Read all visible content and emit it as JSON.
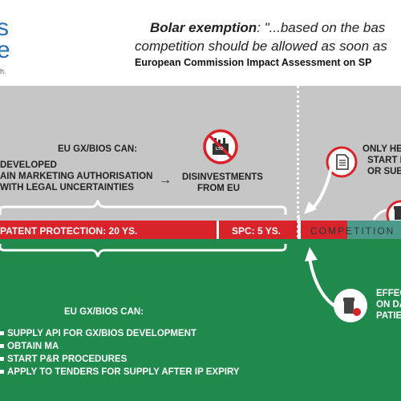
{
  "header": {
    "logo_line1": "s",
    "logo_line2": "e",
    "logo_tagline": "h.",
    "quote_label": "Bolar exemption",
    "quote_line1": ": \"...based on the bas",
    "quote_line2": "competition should be allowed as soon as",
    "source": "European Commission Impact Assessment on SP"
  },
  "grey_section": {
    "title": "EU GX/BIOS CAN:",
    "line1": "DEVELOPED",
    "line2": "AIN MARKETING AUTHORISATION",
    "line3": "WITH LEGAL UNCERTAINTIES",
    "arrow_glyph": "→",
    "disinvest_line1": "DISINVESTMENTS",
    "disinvest_line2": "FROM EU",
    "factory_icon_label": "LTD",
    "right_line1": "ONLY HE",
    "right_line2": "START F",
    "right_line3": "OR SUBI"
  },
  "timeline": {
    "patent_label": "PATENT PROTECTION: 20 YS.",
    "spc_label": "SPC: 5 YS.",
    "competition_label": "COMPETITION"
  },
  "green_section": {
    "title": "EU GX/BIOS CAN:",
    "items": [
      "SUPPLY API FOR GX/BIOS DEVELOPMENT",
      "OBTAIN MA",
      "START P&R PROCEDURES",
      "APPLY TO TENDERS FOR SUPPLY AFTER IP EXPIRY"
    ],
    "right_line1": "EFFEC",
    "right_line2": "ON DA",
    "right_line3": "PATIE"
  },
  "colors": {
    "grey_bg": "#c6c6c6",
    "green_bg": "#1f8a4c",
    "red": "#d8232a",
    "teal": "#4e9a8a",
    "brand_blue": "#2a6fb5"
  }
}
